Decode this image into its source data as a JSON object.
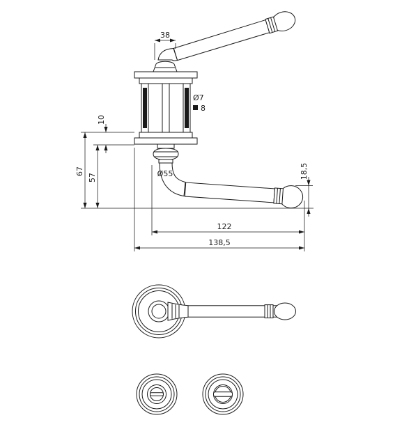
{
  "page": {
    "background": "#ffffff",
    "ink": "#1a1a1a"
  },
  "drawing": {
    "kind": "door-lever-handle-technical-drawing",
    "side_view": {
      "dim_neck_width": "38",
      "dim_bolt_diameter": "Ø7",
      "dim_spindle_size": "8",
      "dim_rose_thickness": "10",
      "dim_height_total": "67",
      "dim_height_below_rose": "57",
      "dim_rose_diameter": "Ø55",
      "dim_grip_diameter": "18,5",
      "dim_lever_length_inner": "122",
      "dim_lever_length_total": "138,5"
    }
  }
}
